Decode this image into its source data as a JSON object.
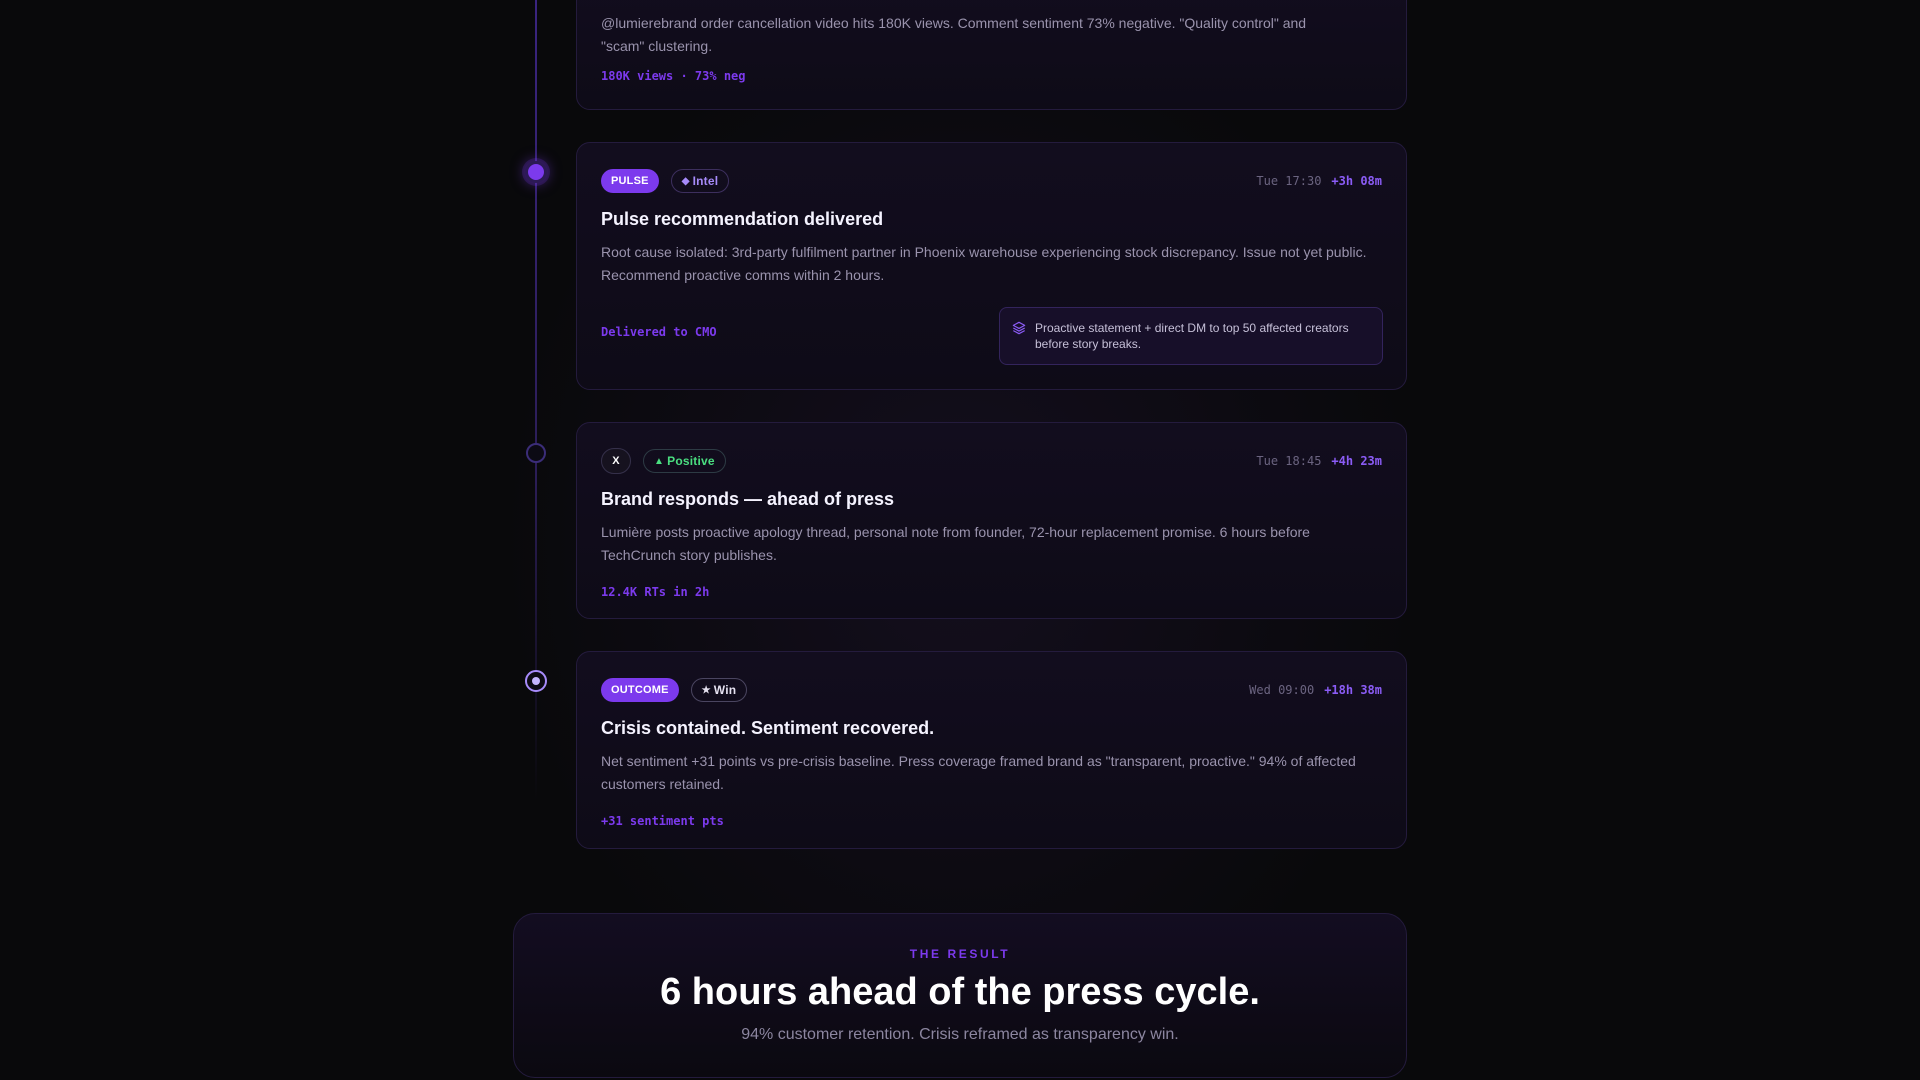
{
  "timeline": {
    "previous_event": {
      "description": "@lumierebrand order cancellation video hits 180K views. Comment sentiment 73% negative. \"Quality control\" and \"scam\" clustering.",
      "metric": "180K views · 73% neg"
    },
    "events": [
      {
        "badge": "PULSE",
        "tag": "Intel",
        "tag_glyph": "◆",
        "time": "Tue 17:30",
        "delta": "+3h 08m",
        "title": "Pulse recommendation delivered",
        "description": "Root cause isolated: 3rd-party fulfilment partner in Phoenix warehouse experiencing stock discrepancy. Issue not yet public. Recommend proactive comms within 2 hours.",
        "metric": "Delivered to CMO",
        "recommendation": "Proactive statement + direct DM to top 50 affected creators before story breaks.",
        "recommendation_icon": "layers-icon"
      },
      {
        "badge": "X",
        "tag": "Positive",
        "tag_glyph": "▲",
        "time": "Tue 18:45",
        "delta": "+4h 23m",
        "title": "Brand responds — ahead of press",
        "description": "Lumière posts proactive apology thread, personal note from founder, 72-hour replacement promise. 6 hours before TechCrunch story publishes.",
        "metric": "12.4K RTs in 2h"
      },
      {
        "badge": "OUTCOME",
        "tag": "Win",
        "tag_glyph": "★",
        "time": "Wed 09:00",
        "delta": "+18h 38m",
        "title": "Crisis contained. Sentiment recovered.",
        "description": "Net sentiment +31 points vs pre-crisis baseline. Press coverage framed brand as \"transparent, proactive.\" 94% of affected customers retained.",
        "metric": "+31 sentiment pts"
      }
    ]
  },
  "result": {
    "kicker": "THE RESULT",
    "title": "6 hours ahead of the press cycle.",
    "subtitle": "94% customer retention. Crisis reframed as transparency win."
  },
  "colors": {
    "background": "#09090b",
    "accent": "#7c3aed",
    "accent_light": "#a78bfa",
    "positive": "#4ade80",
    "card": "#120d1e",
    "border": "#241b3d",
    "text_muted": "#9a93ad"
  }
}
